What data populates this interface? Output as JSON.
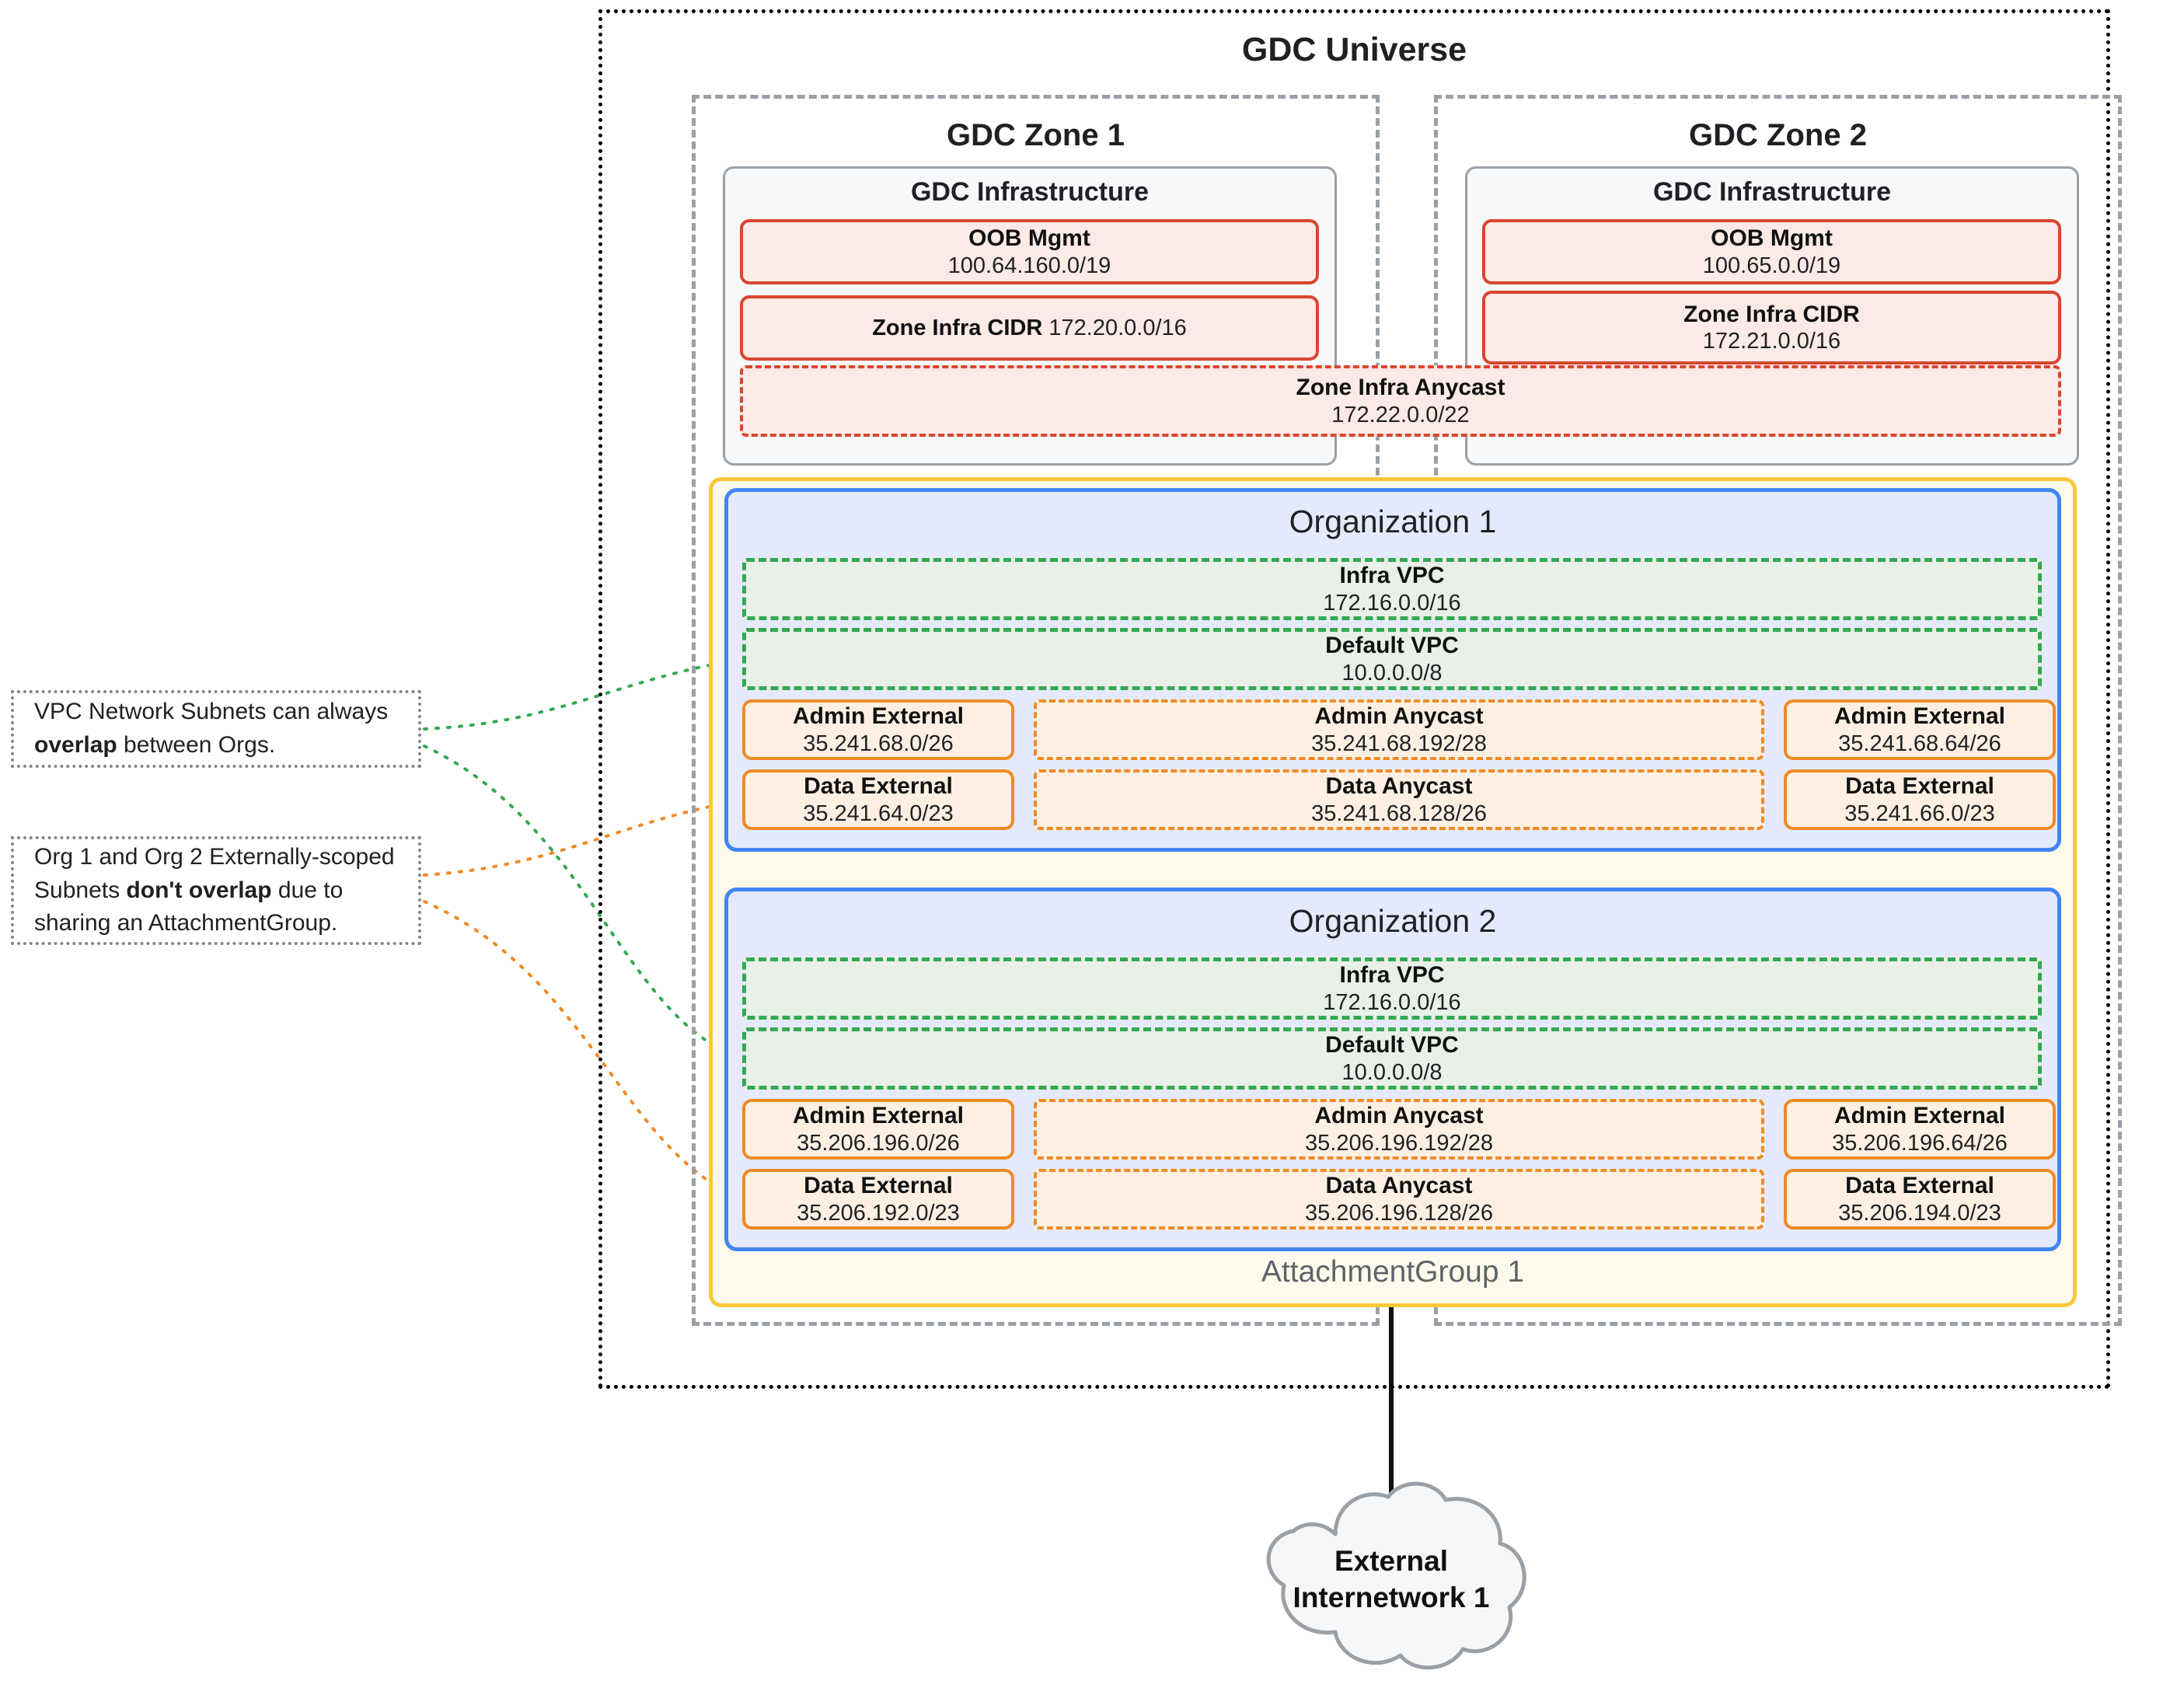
{
  "universe": {
    "title": "GDC Universe"
  },
  "zones": [
    {
      "title": "GDC Zone 1",
      "infra_title": "GDC Infrastructure",
      "oob": {
        "label": "OOB Mgmt",
        "cidr": "100.64.160.0/19"
      },
      "zone_infra_cidr": {
        "label": "Zone Infra CIDR",
        "cidr": "172.20.0.0/16",
        "inline": true
      }
    },
    {
      "title": "GDC Zone 2",
      "infra_title": "GDC Infrastructure",
      "oob": {
        "label": "OOB Mgmt",
        "cidr": "100.65.0.0/19"
      },
      "zone_infra_cidr": {
        "label": "Zone Infra CIDR",
        "cidr": "172.21.0.0/16",
        "inline": false
      }
    }
  ],
  "zone_infra_anycast": {
    "label": "Zone Infra Anycast",
    "cidr": "172.22.0.0/22"
  },
  "attachment_group": {
    "label": "AttachmentGroup 1"
  },
  "orgs": [
    {
      "title": "Organization 1",
      "infra_vpc": {
        "label": "Infra VPC",
        "cidr": "172.16.0.0/16"
      },
      "default_vpc": {
        "label": "Default VPC",
        "cidr": "10.0.0.0/8"
      },
      "admin_left": {
        "label": "Admin External",
        "cidr": "35.241.68.0/26"
      },
      "admin_anycast": {
        "label": "Admin Anycast",
        "cidr": "35.241.68.192/28"
      },
      "admin_right": {
        "label": "Admin External",
        "cidr": "35.241.68.64/26"
      },
      "data_left": {
        "label": "Data External",
        "cidr": "35.241.64.0/23"
      },
      "data_anycast": {
        "label": "Data Anycast",
        "cidr": "35.241.68.128/26"
      },
      "data_right": {
        "label": "Data External",
        "cidr": "35.241.66.0/23"
      }
    },
    {
      "title": "Organization 2",
      "infra_vpc": {
        "label": "Infra VPC",
        "cidr": "172.16.0.0/16"
      },
      "default_vpc": {
        "label": "Default VPC",
        "cidr": "10.0.0.0/8"
      },
      "admin_left": {
        "label": "Admin External",
        "cidr": "35.206.196.0/26"
      },
      "admin_anycast": {
        "label": "Admin Anycast",
        "cidr": "35.206.196.192/28"
      },
      "admin_right": {
        "label": "Admin External",
        "cidr": "35.206.196.64/26"
      },
      "data_left": {
        "label": "Data External",
        "cidr": "35.206.192.0/23"
      },
      "data_anycast": {
        "label": "Data Anycast",
        "cidr": "35.206.196.128/26"
      },
      "data_right": {
        "label": "Data External",
        "cidr": "35.206.194.0/23"
      }
    }
  ],
  "callouts": [
    {
      "pre": "VPC Network Subnets can always ",
      "bold": "overlap",
      "post": " between Orgs."
    },
    {
      "pre": "Org 1 and Org 2 Externally-scoped Subnets ",
      "bold": "don't overlap",
      "post": " due to sharing an AttachmentGroup."
    }
  ],
  "external_network": {
    "line1": "External",
    "line2": "Internetwork 1"
  },
  "colors": {
    "universe_border": "#000000",
    "zone_border": "#9aa0a6",
    "infra_border": "#9aa0a6",
    "infra_fill": "#f6f8fa",
    "red_border": "#d9462e",
    "red_fill": "#fbeae6",
    "org_border": "#4285f4",
    "org_fill": "#e4eafc",
    "green_border": "#34a853",
    "green_fill": "#e8f0e8",
    "orange_border": "#ee8b25",
    "orange_fill": "#fdf0e3",
    "attach_border": "#f9c83a",
    "attach_fill": "#fdfaec",
    "cloud_fill": "#f5f7f9",
    "cloud_border": "#9aa0a6",
    "callout_border": "#80868b",
    "link_green": "#34a853",
    "link_orange": "#ee8b25"
  }
}
